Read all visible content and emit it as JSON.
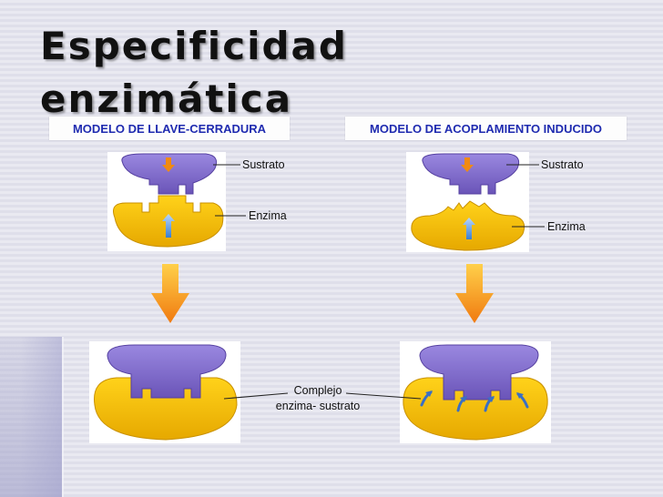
{
  "title": {
    "line1": "Especificidad",
    "line2": "enzimática"
  },
  "left": {
    "header": "MODELO DE LLAVE-CERRADURA",
    "substrate_label": "Sustrato",
    "enzyme_label": "Enzima"
  },
  "right": {
    "header": "MODELO DE ACOPLAMIENTO INDUCIDO",
    "substrate_label": "Sustrato",
    "enzyme_label": "Enzima"
  },
  "complex": {
    "line1": "Complejo",
    "line2": "enzima- sustrato"
  },
  "colors": {
    "substrate": "#7b66c9",
    "enzyme": "#f2c000",
    "arrow": "#f08a12",
    "header_text": "#1f2bb0"
  }
}
